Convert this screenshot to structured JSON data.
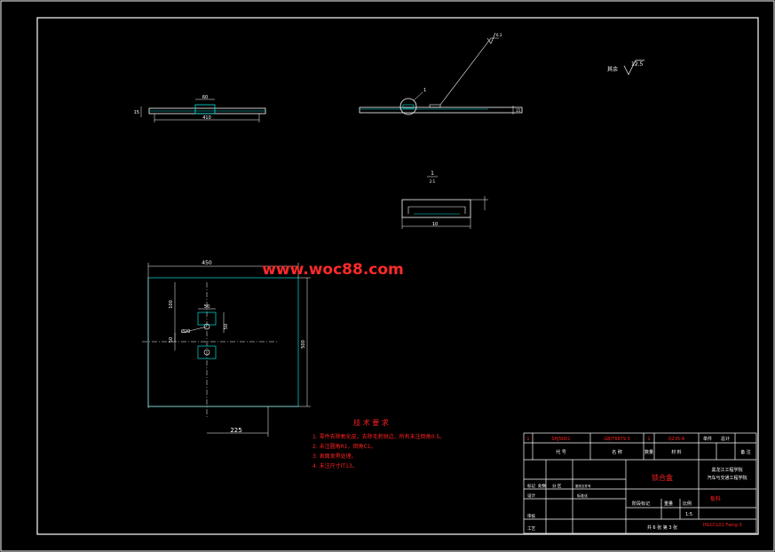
{
  "watermark": "www.woc88.com",
  "roughness": {
    "label": "其余",
    "value": "12.5"
  },
  "view_top": {
    "dim_width": "410",
    "dim_slot": "60",
    "dim_thickness": "15"
  },
  "view_front": {
    "callout": "1",
    "surface_mark": "6.3"
  },
  "section": {
    "id": "1",
    "scale": "2:1",
    "dim_len": "10"
  },
  "view_plan": {
    "dim_width": "450",
    "dim_height": "500",
    "dim_offset_x": "225",
    "dim_v1": "100",
    "dim_v2": "50",
    "dim_v3": "50",
    "dim_h1": "50",
    "dim_dia": "Ø20"
  },
  "tech_req": {
    "title": "技 术 要 求",
    "items": [
      "1. 零件去除氧化皮，去除毛刺锐边，所有未注倒角0.5。",
      "2. 未注圆角R1，倒角C1。",
      "3. 表面发黑处理。",
      "4. 未注尺寸IT13。"
    ]
  },
  "title_block": {
    "row1": {
      "no": "1",
      "code": "SHJS001",
      "std": "GB/T6879.5",
      "qty": "1",
      "mat": "Q235-A"
    },
    "header": {
      "code": "代 号",
      "name": "名 称",
      "qty": "数量",
      "mat": "材 料",
      "unit_weight": "单件",
      "total": "总计",
      "note": "备 注"
    },
    "part_name": "锁合盒",
    "school_1": "黑龙江工程学院",
    "school_2": "汽车与交通工程学院",
    "labels": {
      "mark": "标记",
      "count": "处数",
      "zone": "分 区",
      "change": "更改文件号",
      "design": "设计",
      "std": "标准化",
      "review": "审核",
      "process": "工艺",
      "stage": "阶段标记",
      "weight": "重量",
      "scale": "比例",
      "sheets": "共 6 张  第 3 张"
    },
    "scale_value": "1:5",
    "material_mark": "板料",
    "drawing_no": "HGCCL01 Fwng-3"
  },
  "colors": {
    "background": "#000000",
    "line": "#ffffff",
    "accent": "#00e0e0",
    "text_red": "#ff2020"
  }
}
